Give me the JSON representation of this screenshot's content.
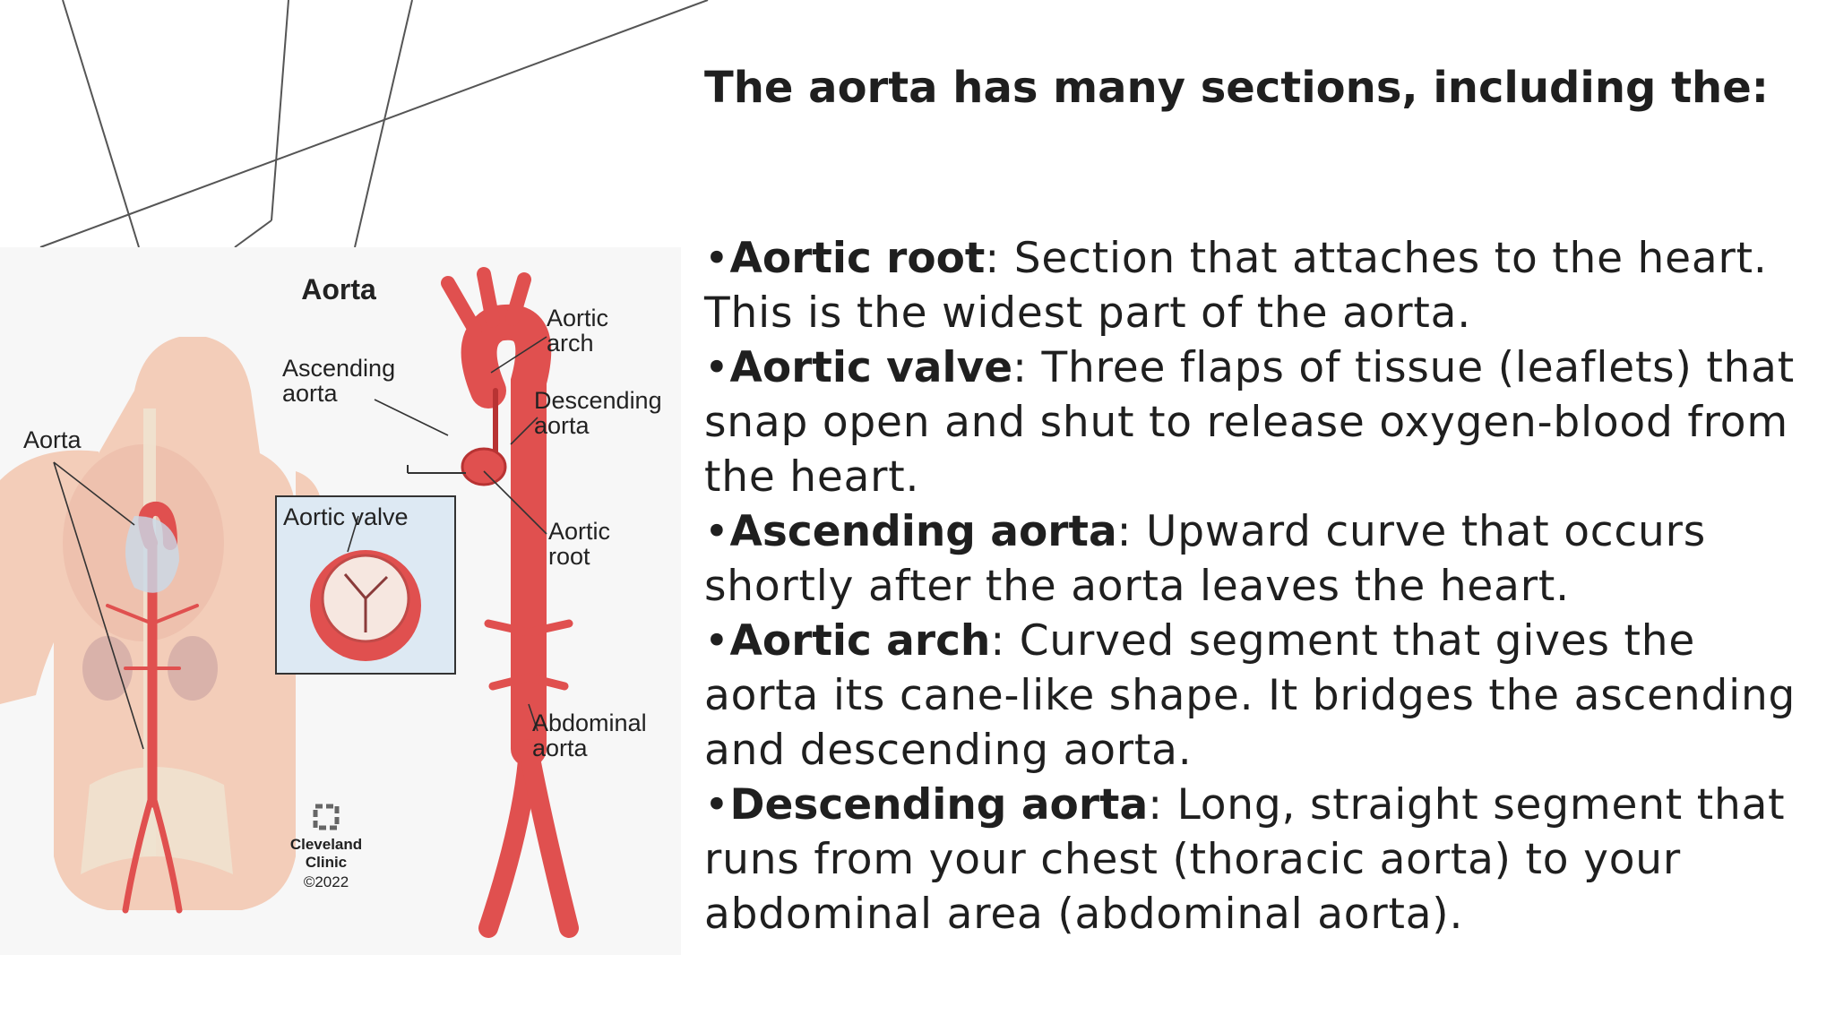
{
  "slide": {
    "heading": "The aorta has many sections, including the:",
    "bullets": [
      {
        "marker": "•",
        "term": "Aortic root",
        "sep": ":",
        "text": " Section that attaches to the heart. This is the widest part of the aorta."
      },
      {
        "marker": "•",
        "term": "Aortic valve",
        "sep": ":",
        "text": " Three flaps of tissue (leaflets) that snap open and shut to release oxygen-blood from the heart."
      },
      {
        "marker": "•",
        "term": "Ascending aorta",
        "sep": ":",
        "text": " Upward curve that occurs shortly after the aorta leaves the heart."
      },
      {
        "marker": "•",
        "term": "Aortic arch",
        "sep": ":",
        "text": " Curved segment that gives the aorta its cane-like shape. It bridges the ascending and descending aorta."
      },
      {
        "marker": "•",
        "term": "Descending aorta",
        "sep": ":",
        "text": " Long, straight segment that runs from your chest (thoracic aorta) to your abdominal area (abdominal aorta)."
      }
    ]
  },
  "figure": {
    "title": "Aorta",
    "labels": {
      "aorta": "Aorta",
      "ascending_1": "Ascending",
      "ascending_2": "aorta",
      "arch_1": "Aortic",
      "arch_2": "arch",
      "descending_1": "Descending",
      "descending_2": "aorta",
      "valve": "Aortic valve",
      "root_1": "Aortic",
      "root_2": "root",
      "abdominal_1": "Abdominal",
      "abdominal_2": "aorta"
    },
    "credit": {
      "line1": "Cleveland",
      "line2": "Clinic",
      "year": "©2022"
    },
    "colors": {
      "vessel": "#e0504f",
      "vessel_dark": "#b83333",
      "skin": "#f3cdb9",
      "inset_bg": "#dde9f3"
    }
  }
}
